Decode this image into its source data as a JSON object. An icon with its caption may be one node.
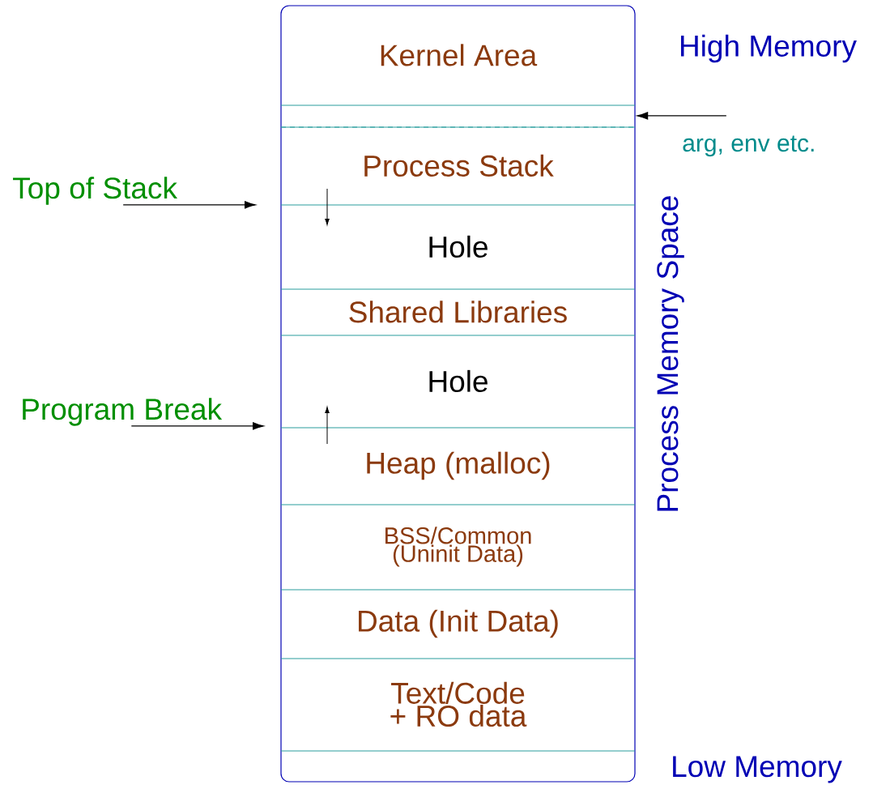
{
  "diagram": {
    "nodes": [
      {
        "text": [
          "Process Memory Space"
        ]
      },
      {
        "text": [
          "Kernel Area"
        ],
        "in": 0
      },
      {
        "text": [],
        "shape": "box",
        "in": 0
      },
      {
        "text": [
          "Process Stack"
        ],
        "in": 0
      },
      {
        "text": [
          "Hole"
        ],
        "in": 0
      },
      {
        "text": [
          "Shared Libraries"
        ],
        "in": 0
      },
      {
        "text": [
          "Hole"
        ],
        "in": 0
      },
      {
        "text": [
          "Heap (malloc)"
        ],
        "in": 0
      },
      {
        "text": [
          "BSS/Common (Uninit Data)"
        ],
        "in": 0
      },
      {
        "text": [
          "Data (Init Data)"
        ],
        "in": 0
      },
      {
        "text": [
          "Text/Code + RO data"
        ],
        "in": 0
      },
      {
        "text": [],
        "shape": "box",
        "in": 0
      },
      {
        "text": [
          "Top of Stack"
        ]
      },
      {
        "text": [
          "Program Break"
        ]
      },
      {
        "text": [
          "arg, env etc."
        ]
      }
    ],
    "edges": [
      {
        "from": 12,
        "to": null,
        "arrow": "to"
      },
      {
        "from": 13,
        "to": null,
        "arrow": "to"
      },
      {
        "from": 14,
        "to": 2,
        "arrow": "to"
      }
    ],
    "labels": [
      "High Memory",
      "Low Memory"
    ]
  }
}
